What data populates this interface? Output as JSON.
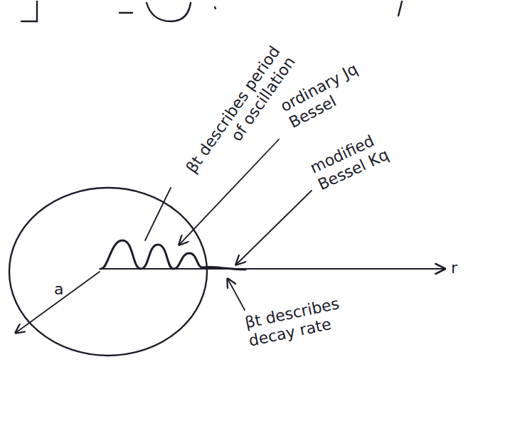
{
  "diagram": {
    "nodes": [
      {
        "text": [
          "a"
        ]
      }
    ],
    "labels": [
      "βt describes period of oscillation",
      "ordinary Jq Bessel",
      "modified Bessel Kq",
      "βt describes decay rate",
      "r"
    ]
  }
}
